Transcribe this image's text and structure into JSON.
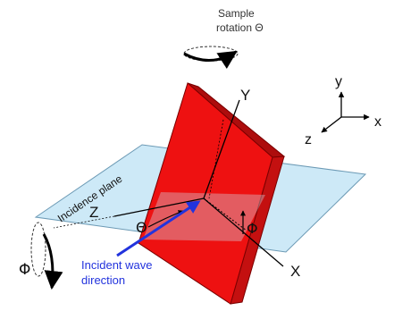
{
  "labels": {
    "sample_rotation_line1": "Sample",
    "sample_rotation_line2": "rotation Θ",
    "y_upper": "Y",
    "z_upper": "Z",
    "x_upper": "X",
    "theta": "Θ",
    "phi_small": "Φ",
    "phi_big": "Φ",
    "incidence_plane": "Incidence plane",
    "incident_line1": "Incident wave",
    "incident_line2": "direction",
    "coord_y": "y",
    "coord_x": "x",
    "coord_z": "z"
  },
  "colors": {
    "sample": "#ee1111",
    "sample_side": "#c41010",
    "sample_edge": "#7a0000",
    "plane_fill": "#cde9f7",
    "plane_edge": "#6c9ab5",
    "incident_arrow": "#2233dd",
    "line": "#000000"
  }
}
